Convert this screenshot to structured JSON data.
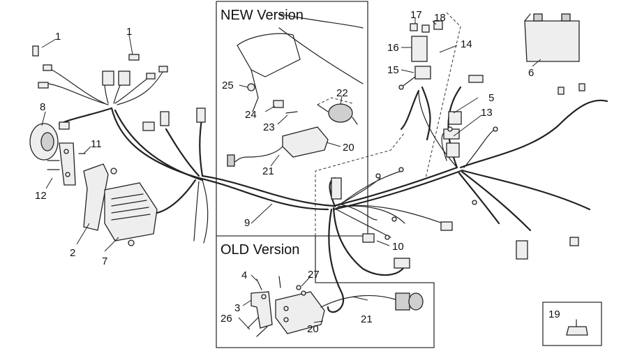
{
  "versions": {
    "new_label": "NEW Version",
    "old_label": "OLD Version"
  },
  "callouts": {
    "c1a": "1",
    "c1b": "1",
    "c2": "2",
    "c3": "3",
    "c4": "4",
    "c5": "5",
    "c6": "6",
    "c7": "7",
    "c8": "8",
    "c9": "9",
    "c10": "10",
    "c11": "11",
    "c12": "12",
    "c13": "13",
    "c14": "14",
    "c15": "15",
    "c16": "16",
    "c17": "17",
    "c18": "18",
    "c19": "19",
    "c20a": "20",
    "c20b": "20",
    "c21a": "21",
    "c21b": "21",
    "c22": "22",
    "c23": "23",
    "c24": "24",
    "c25": "25",
    "c26": "26",
    "c27": "27"
  }
}
